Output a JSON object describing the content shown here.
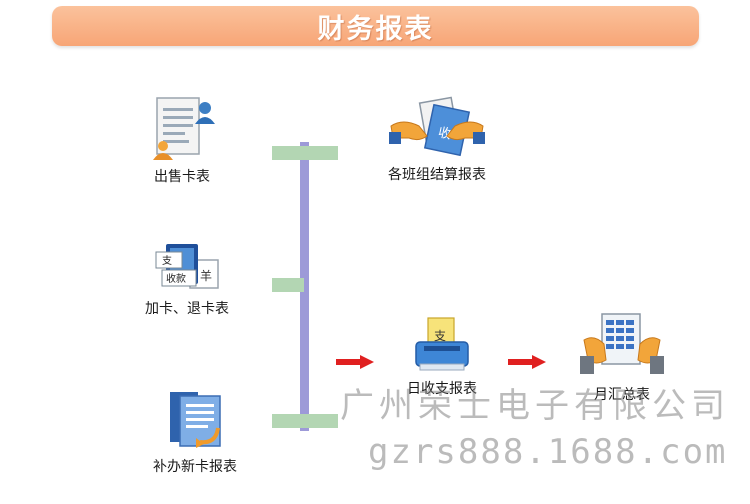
{
  "banner": {
    "title": "财务报表"
  },
  "nodes": {
    "sell_card": {
      "label": "出售卡表",
      "icon": "document-user-icon"
    },
    "add_refund": {
      "label": "加卡、退卡表",
      "icon": "payment-receipt-icon"
    },
    "reissue_card": {
      "label": "补办新卡报表",
      "icon": "reissue-documents-icon"
    },
    "shift_settlement": {
      "label": "各班组结算报表",
      "icon": "handshake-receipt-icon"
    },
    "daily_report": {
      "label": "日收支报表",
      "icon": "printer-receipt-icon"
    },
    "monthly_summary": {
      "label": "月汇总表",
      "icon": "hands-spreadsheet-icon"
    }
  },
  "watermark": {
    "company": "广州荣士电子有限公司",
    "site": "gzrs888.1688.com"
  },
  "colors": {
    "banner": "#f7a576",
    "bus": "#9d9ad8",
    "connector": "#b3d6b3",
    "arrow": "#e02020"
  }
}
